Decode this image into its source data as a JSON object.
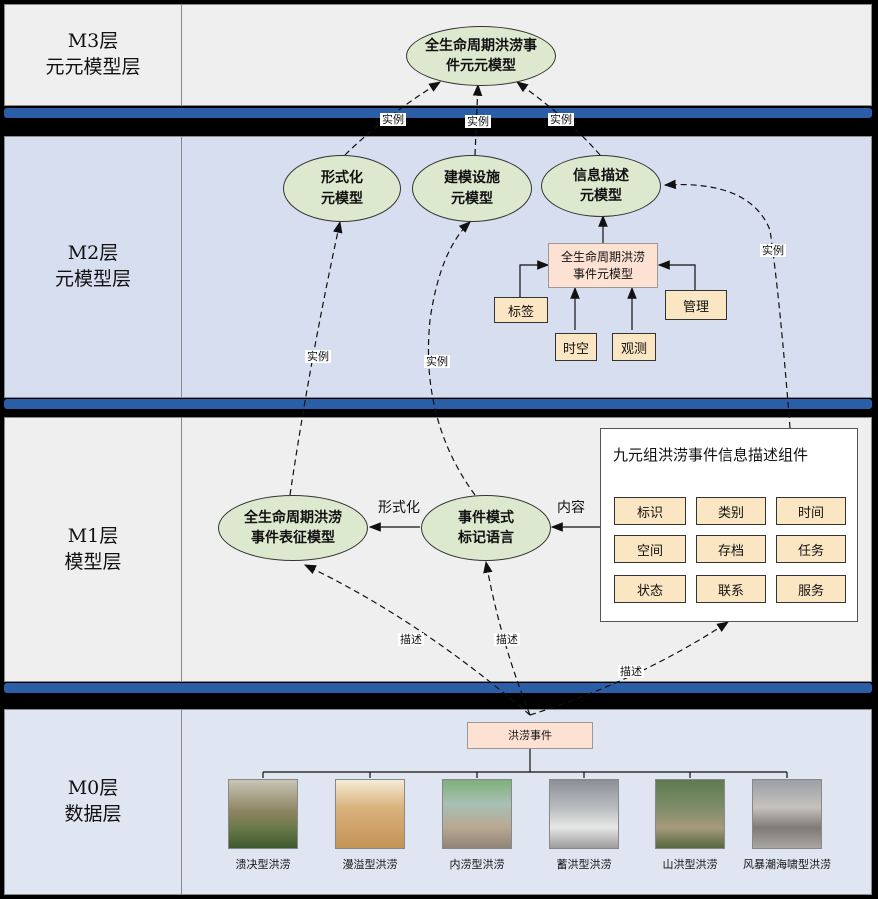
{
  "layers": {
    "m3": {
      "name": "M3层",
      "sub": "元元模型层"
    },
    "m2": {
      "name": "M2层",
      "sub": "元模型层"
    },
    "m1": {
      "name": "M1层",
      "sub": "模型层"
    },
    "m0": {
      "name": "M0层",
      "sub": "数据层"
    }
  },
  "m3": {
    "meta_meta_model": [
      "全生命周期洪涝事",
      "件元元模型"
    ]
  },
  "m2": {
    "formal": [
      "形式化",
      "元模型"
    ],
    "modeling": [
      "建模设施",
      "元模型"
    ],
    "info": [
      "信息描述",
      "元模型"
    ],
    "lifecycle": [
      "全生命周期洪涝",
      "事件元模型"
    ],
    "tags": {
      "biaoqian": "标签",
      "shikong": "时空",
      "guance": "观测",
      "guanli": "管理"
    }
  },
  "m1": {
    "repr": [
      "全生命周期洪涝",
      "事件表征模型"
    ],
    "markup": [
      "事件模式",
      "标记语言"
    ],
    "formalize_label": "形式化",
    "content_label": "内容",
    "panel_title": "九元组洪涝事件信息描述组件",
    "components": [
      "标识",
      "类别",
      "时间",
      "空间",
      "存档",
      "任务",
      "状态",
      "联系",
      "服务"
    ]
  },
  "m0": {
    "event": "洪涝事件",
    "types": [
      "溃决型洪涝",
      "漫溢型洪涝",
      "内涝型洪涝",
      "蓄洪型洪涝",
      "山洪型洪涝",
      "风暴潮海啸型洪涝"
    ]
  },
  "edge_labels": {
    "instance": "实例",
    "describe": "描述"
  },
  "colors": {
    "ellipse": "#dde9cf",
    "box": "#fbe6c4",
    "bar": "#2a5fa8",
    "m2_bg": "#d6deef"
  }
}
